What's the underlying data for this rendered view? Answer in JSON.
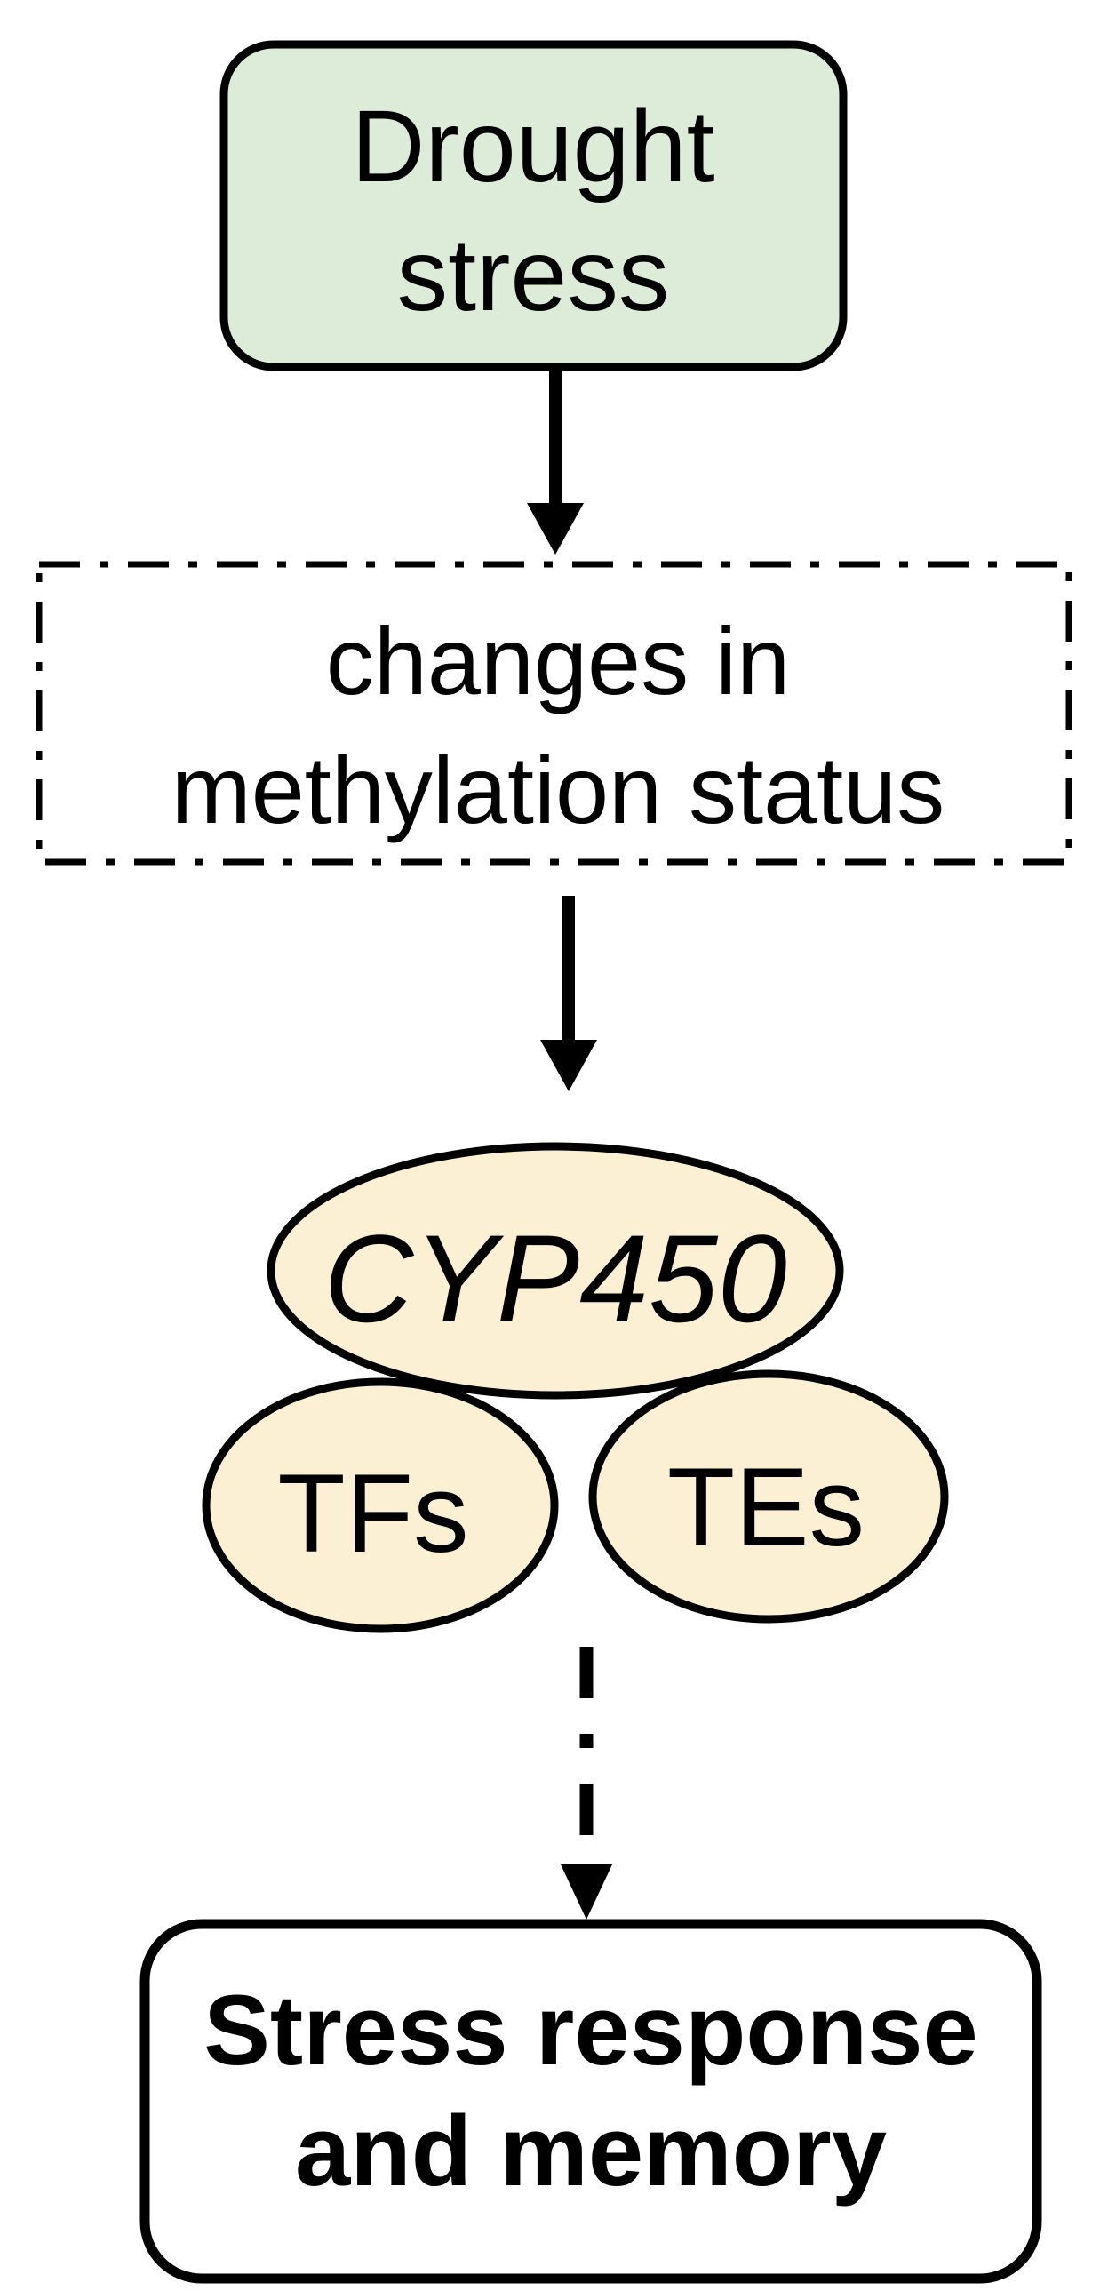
{
  "colors": {
    "background": "#ffffff",
    "green_fill": "#dcecd9",
    "cream_fill": "#fbf0d3",
    "white_fill": "#ffffff",
    "stroke": "#000000",
    "text": "#000000"
  },
  "nodes": {
    "drought_stress": {
      "label": "Drought stress",
      "line1": "Drought",
      "line2": "stress",
      "shape": "rounded-rect",
      "border_style": "solid"
    },
    "methylation": {
      "label": "changes in methylation status",
      "line1": "changes in",
      "line2": "methylation status",
      "shape": "rect",
      "border_style": "dash-dot"
    },
    "cyp450": {
      "label": "CYP450",
      "shape": "ellipse",
      "text_style": "italic"
    },
    "tfs": {
      "label": "TFs",
      "shape": "ellipse"
    },
    "tes": {
      "label": "TEs",
      "shape": "ellipse"
    },
    "stress_response": {
      "label": "Stress response and memory",
      "line1": "Stress response",
      "line2": "and memory",
      "shape": "rounded-rect",
      "text_style": "bold"
    }
  },
  "arrows": [
    {
      "from": "drought-stress-box",
      "to": "methylation-box",
      "style": "solid"
    },
    {
      "from": "methylation-box",
      "to": "cyp450-ellipse",
      "style": "solid"
    },
    {
      "from": "tfs-tes-ellipses",
      "to": "stress-response-box",
      "style": "dash-dot"
    }
  ]
}
